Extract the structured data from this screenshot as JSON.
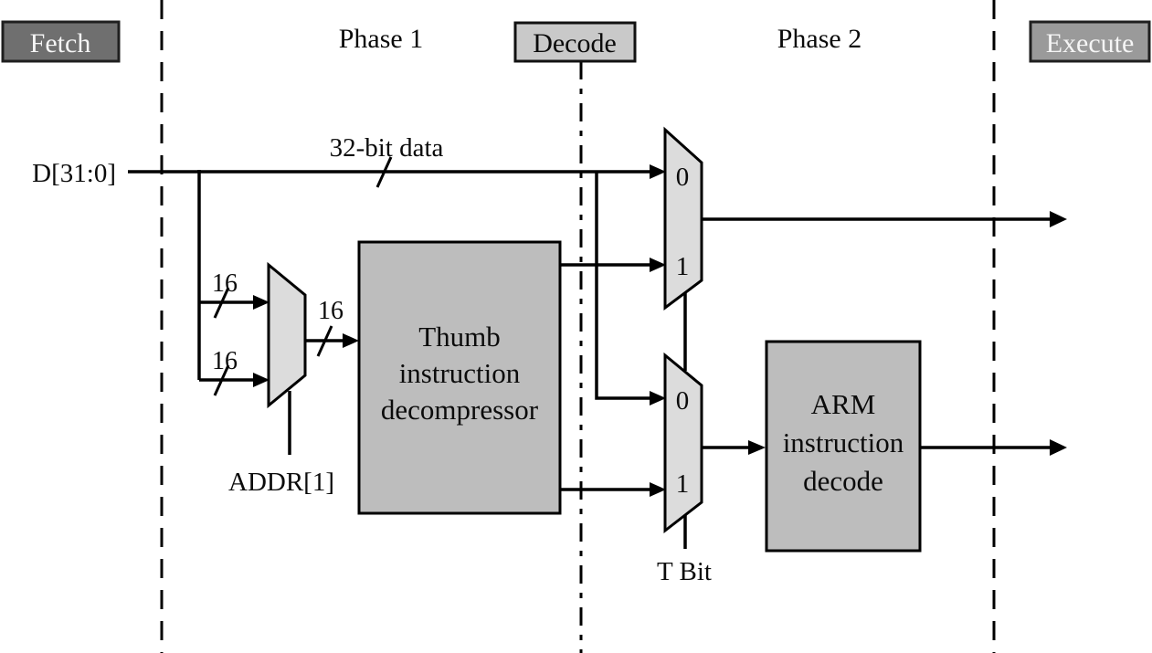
{
  "diagram": {
    "title_hint": "Thumb instruction decompressor pipeline",
    "stages": {
      "fetch": "Fetch",
      "phase1": "Phase 1",
      "decode": "Decode",
      "phase2": "Phase 2",
      "execute": "Execute"
    },
    "signals": {
      "data_in": "D[31:0]",
      "data_bus": "32-bit data",
      "bus16_upper": "16",
      "bus16_lower": "16",
      "bus16_out": "16",
      "addr_select": "ADDR[1]",
      "t_bit": "T Bit"
    },
    "blocks": {
      "thumb_decompressor": {
        "line1": "Thumb",
        "line2": "instruction",
        "line3": "decompressor"
      },
      "arm_decode": {
        "line1": "ARM",
        "line2": "instruction",
        "line3": "decode"
      }
    },
    "mux_upper": {
      "input0": "0",
      "input1": "1"
    },
    "mux_lower": {
      "input0": "0",
      "input1": "1"
    },
    "colors": {
      "fetch_fill": "#6f6f6f",
      "fetch_border": "#1f1f1f",
      "execute_fill": "#9a9a9a",
      "execute_border": "#1f1f1f",
      "decode_fill": "#c9c9c9",
      "block_fill": "#bdbdbd",
      "mux_fill": "#dcdcdc",
      "line": "#000000",
      "background": "#ffffff"
    }
  }
}
